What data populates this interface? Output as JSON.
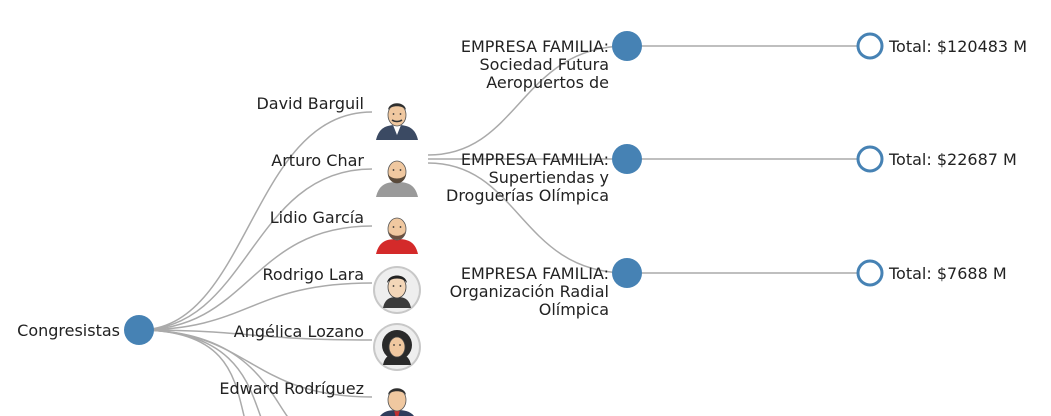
{
  "root": {
    "label": "Congresistas"
  },
  "congresistas": [
    {
      "name": "David Barguil",
      "avatar": "portrait-icon",
      "avatar_style": "suit-mustache"
    },
    {
      "name": "Arturo Char",
      "avatar": "portrait-icon",
      "avatar_style": "bald-beard"
    },
    {
      "name": "Lidio García",
      "avatar": "portrait-icon",
      "avatar_style": "red-shirt"
    },
    {
      "name": "Rodrigo Lara",
      "avatar": "portrait-icon",
      "avatar_style": "circle-sketch"
    },
    {
      "name": "Angélica Lozano",
      "avatar": "portrait-icon",
      "avatar_style": "circle-curly"
    },
    {
      "name": "Edward Rodríguez",
      "avatar": "portrait-icon",
      "avatar_style": "suit-tie"
    }
  ],
  "empresas": [
    {
      "lines": [
        "EMPRESA FAMILIA:",
        "Sociedad Futura",
        "Aeropuertos de"
      ],
      "total": "Total: $120483 M"
    },
    {
      "lines": [
        "EMPRESA FAMILIA:",
        "Supertiendas y",
        "Droguerías Olímpica"
      ],
      "total": "Total: $22687 M"
    },
    {
      "lines": [
        "EMPRESA FAMILIA:",
        "Organización Radial",
        "Olímpica"
      ],
      "total": "Total: $7688 M"
    }
  ],
  "colors": {
    "node": "#4682b4",
    "link": "#aaaaaa",
    "text": "#222222"
  }
}
